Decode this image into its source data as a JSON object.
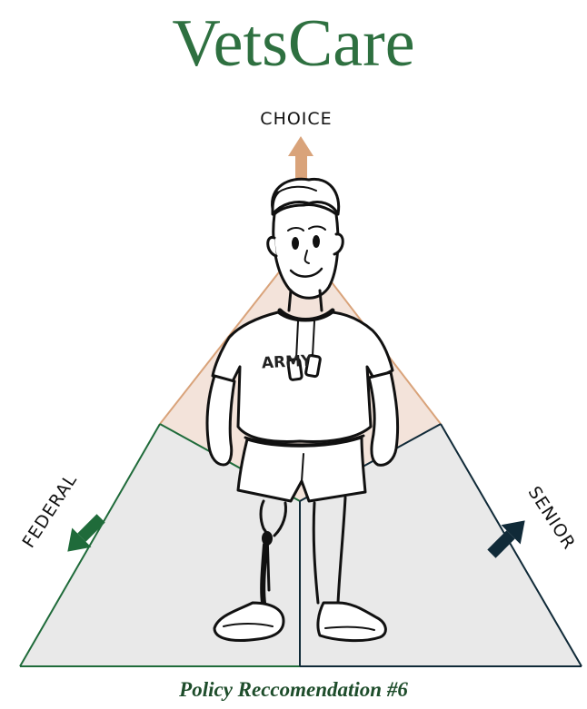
{
  "title": "VetsCare",
  "caption": "Policy Reccomendation #6",
  "labels": {
    "top": "CHOICE",
    "left": "FEDERAL",
    "right": "SENIOR"
  },
  "figure_shirt_text": "ARMY",
  "colors": {
    "title": "#2e7040",
    "caption": "#1e4d2b",
    "choice": "#d9a37a",
    "choice_fill": "#f3e3da",
    "federal": "#1f6b3a",
    "senior": "#102a38",
    "region_fill": "#e9e9e9"
  },
  "icons": {
    "top_arrow": "arrow-up-icon",
    "left_arrow": "arrow-up-left-icon",
    "right_arrow": "arrow-up-right-icon",
    "figure": "veteran-figure-icon"
  }
}
